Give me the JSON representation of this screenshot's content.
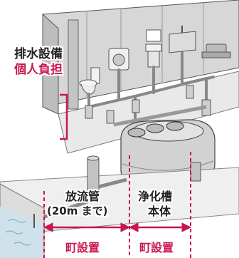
{
  "labels": {
    "drainage_line1": "排水設備",
    "drainage_line2": "個人負担",
    "discharge_line1": "放流管",
    "discharge_line2": "(20m まで)",
    "tank_line1": "浄化槽",
    "tank_line2": "本体",
    "town_left": "町設置",
    "town_right": "町設置"
  },
  "colors": {
    "accent": "#c8174d",
    "text": "#222222",
    "building_wall": "#c9c9c9",
    "tank_body": "#d4d4d4",
    "ground": "#e6e6e6",
    "water": "#cfe1ea"
  }
}
